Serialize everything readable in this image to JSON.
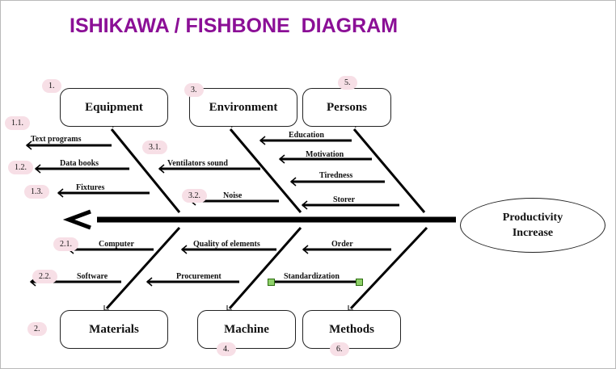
{
  "diagram": {
    "title": "ISHIKAWA / FISHBONE  DIAGRAM",
    "effect": {
      "line1": "Productivity",
      "line2": "Increase"
    },
    "categories": [
      {
        "key": "equipment",
        "label": "Equipment",
        "number": "1."
      },
      {
        "key": "environment",
        "label": "Environment",
        "number": "3."
      },
      {
        "key": "persons",
        "label": "Persons",
        "number": "5."
      },
      {
        "key": "materials",
        "label": "Materials",
        "number": "2."
      },
      {
        "key": "machine",
        "label": "Machine",
        "number": "4."
      },
      {
        "key": "methods",
        "label": "Methods",
        "number": "6."
      }
    ],
    "causes": {
      "equipment": [
        {
          "number": "1.1.",
          "label": "Text programs"
        },
        {
          "number": "1.2.",
          "label": "Data books"
        },
        {
          "number": "1.3.",
          "label": "Fixtures"
        }
      ],
      "environment": [
        {
          "number": "3.1.",
          "label": "Ventilators sound"
        },
        {
          "number": "3.2.",
          "label": "Noise"
        }
      ],
      "persons": [
        {
          "label": "Education"
        },
        {
          "label": "Motivation"
        },
        {
          "label": "Tiredness"
        },
        {
          "label": "Storer"
        }
      ],
      "materials": [
        {
          "number": "2.1.",
          "label": "Computer"
        },
        {
          "number": "2.2.",
          "label": "Software"
        }
      ],
      "machine": [
        {
          "label": "Quality of elements"
        },
        {
          "label": "Procurement"
        }
      ],
      "methods": [
        {
          "label": "Order"
        },
        {
          "label": "Standardization"
        }
      ]
    }
  }
}
